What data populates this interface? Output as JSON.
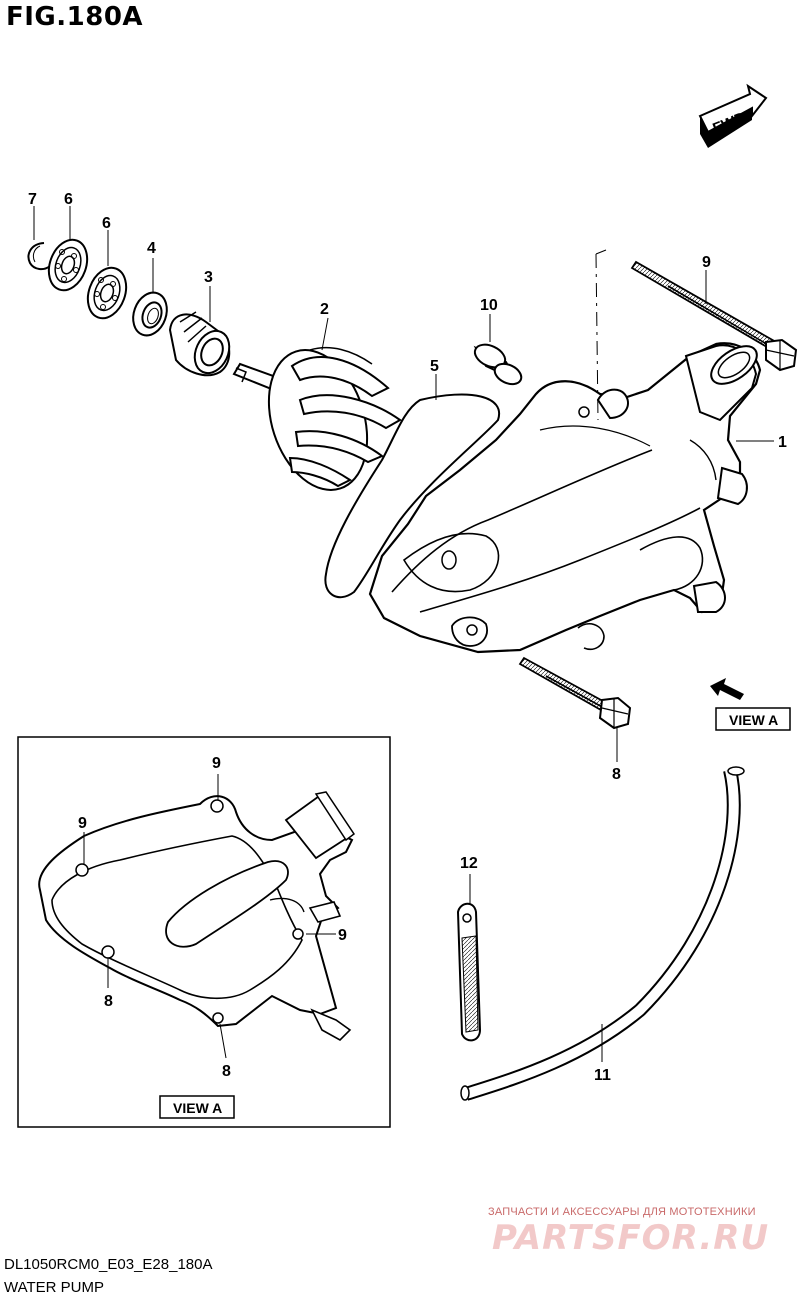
{
  "figure": {
    "title": "FIG.180A",
    "code": "DL1050RCM0_E03_E28_180A",
    "description": "WATER PUMP"
  },
  "labels": {
    "fwd": "FWD",
    "view_a_main": "VIEW A",
    "view_a_inset": "VIEW A"
  },
  "callouts": {
    "c1": "1",
    "c2": "2",
    "c3": "3",
    "c4": "4",
    "c5": "5",
    "c6a": "6",
    "c6b": "6",
    "c7": "7",
    "c8_main": "8",
    "c9_main": "9",
    "c10": "10",
    "c11": "11",
    "c12": "12",
    "inset_9_top": "9",
    "inset_9_left": "9",
    "inset_9_right": "9",
    "inset_8_left": "8",
    "inset_8_bottom": "8"
  },
  "watermark": {
    "line1": "ЗАПЧАСТИ И АКСЕССУАРЫ ДЛЯ МОТОТЕХНИКИ",
    "line2": "PARTSFOR.RU"
  }
}
